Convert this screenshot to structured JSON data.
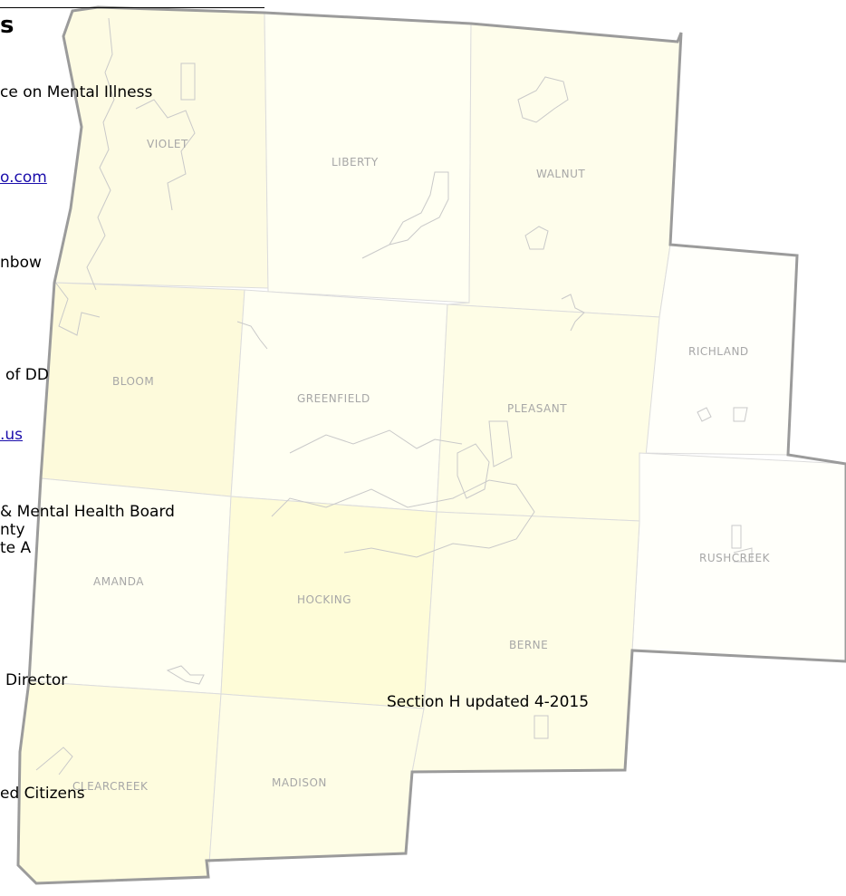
{
  "colors": {
    "county_fill": "#fffff0",
    "county_border": "#9b9b9b",
    "township_border": "#dcdcdc",
    "label": "#a7a7a7",
    "text": "#000000",
    "link": "#1a0dab"
  },
  "townships": [
    {
      "name": "VIOLET",
      "fill": "#fdfbe3"
    },
    {
      "name": "LIBERTY",
      "fill": "#fffff2"
    },
    {
      "name": "WALNUT",
      "fill": "#fefdeb"
    },
    {
      "name": "RICHLAND",
      "fill": "#fffffa"
    },
    {
      "name": "BLOOM",
      "fill": "#fdfadb"
    },
    {
      "name": "GREENFIELD",
      "fill": "#fffff2"
    },
    {
      "name": "PLEASANT",
      "fill": "#fefde6"
    },
    {
      "name": "RUSHCREEK",
      "fill": "#fffffa"
    },
    {
      "name": "AMANDA",
      "fill": "#fffff2"
    },
    {
      "name": "HOCKING",
      "fill": "#fefcd8"
    },
    {
      "name": "BERNE",
      "fill": "#fefde6"
    },
    {
      "name": "CLEARCREEK",
      "fill": "#fefcde"
    },
    {
      "name": "MADISON",
      "fill": "#fefde6"
    }
  ],
  "overlay_text": {
    "heading": "s",
    "line1": "ce on Mental Illness",
    "link1": "o.com",
    "line2": "nbow",
    "line3": "of DD",
    "link2": ".us",
    "line4": "& Mental Health Board",
    "line5": "nty",
    "line6": "te A",
    "line7": "Director",
    "line8": "ed Citizens",
    "note": "Section H updated 4-2015"
  }
}
